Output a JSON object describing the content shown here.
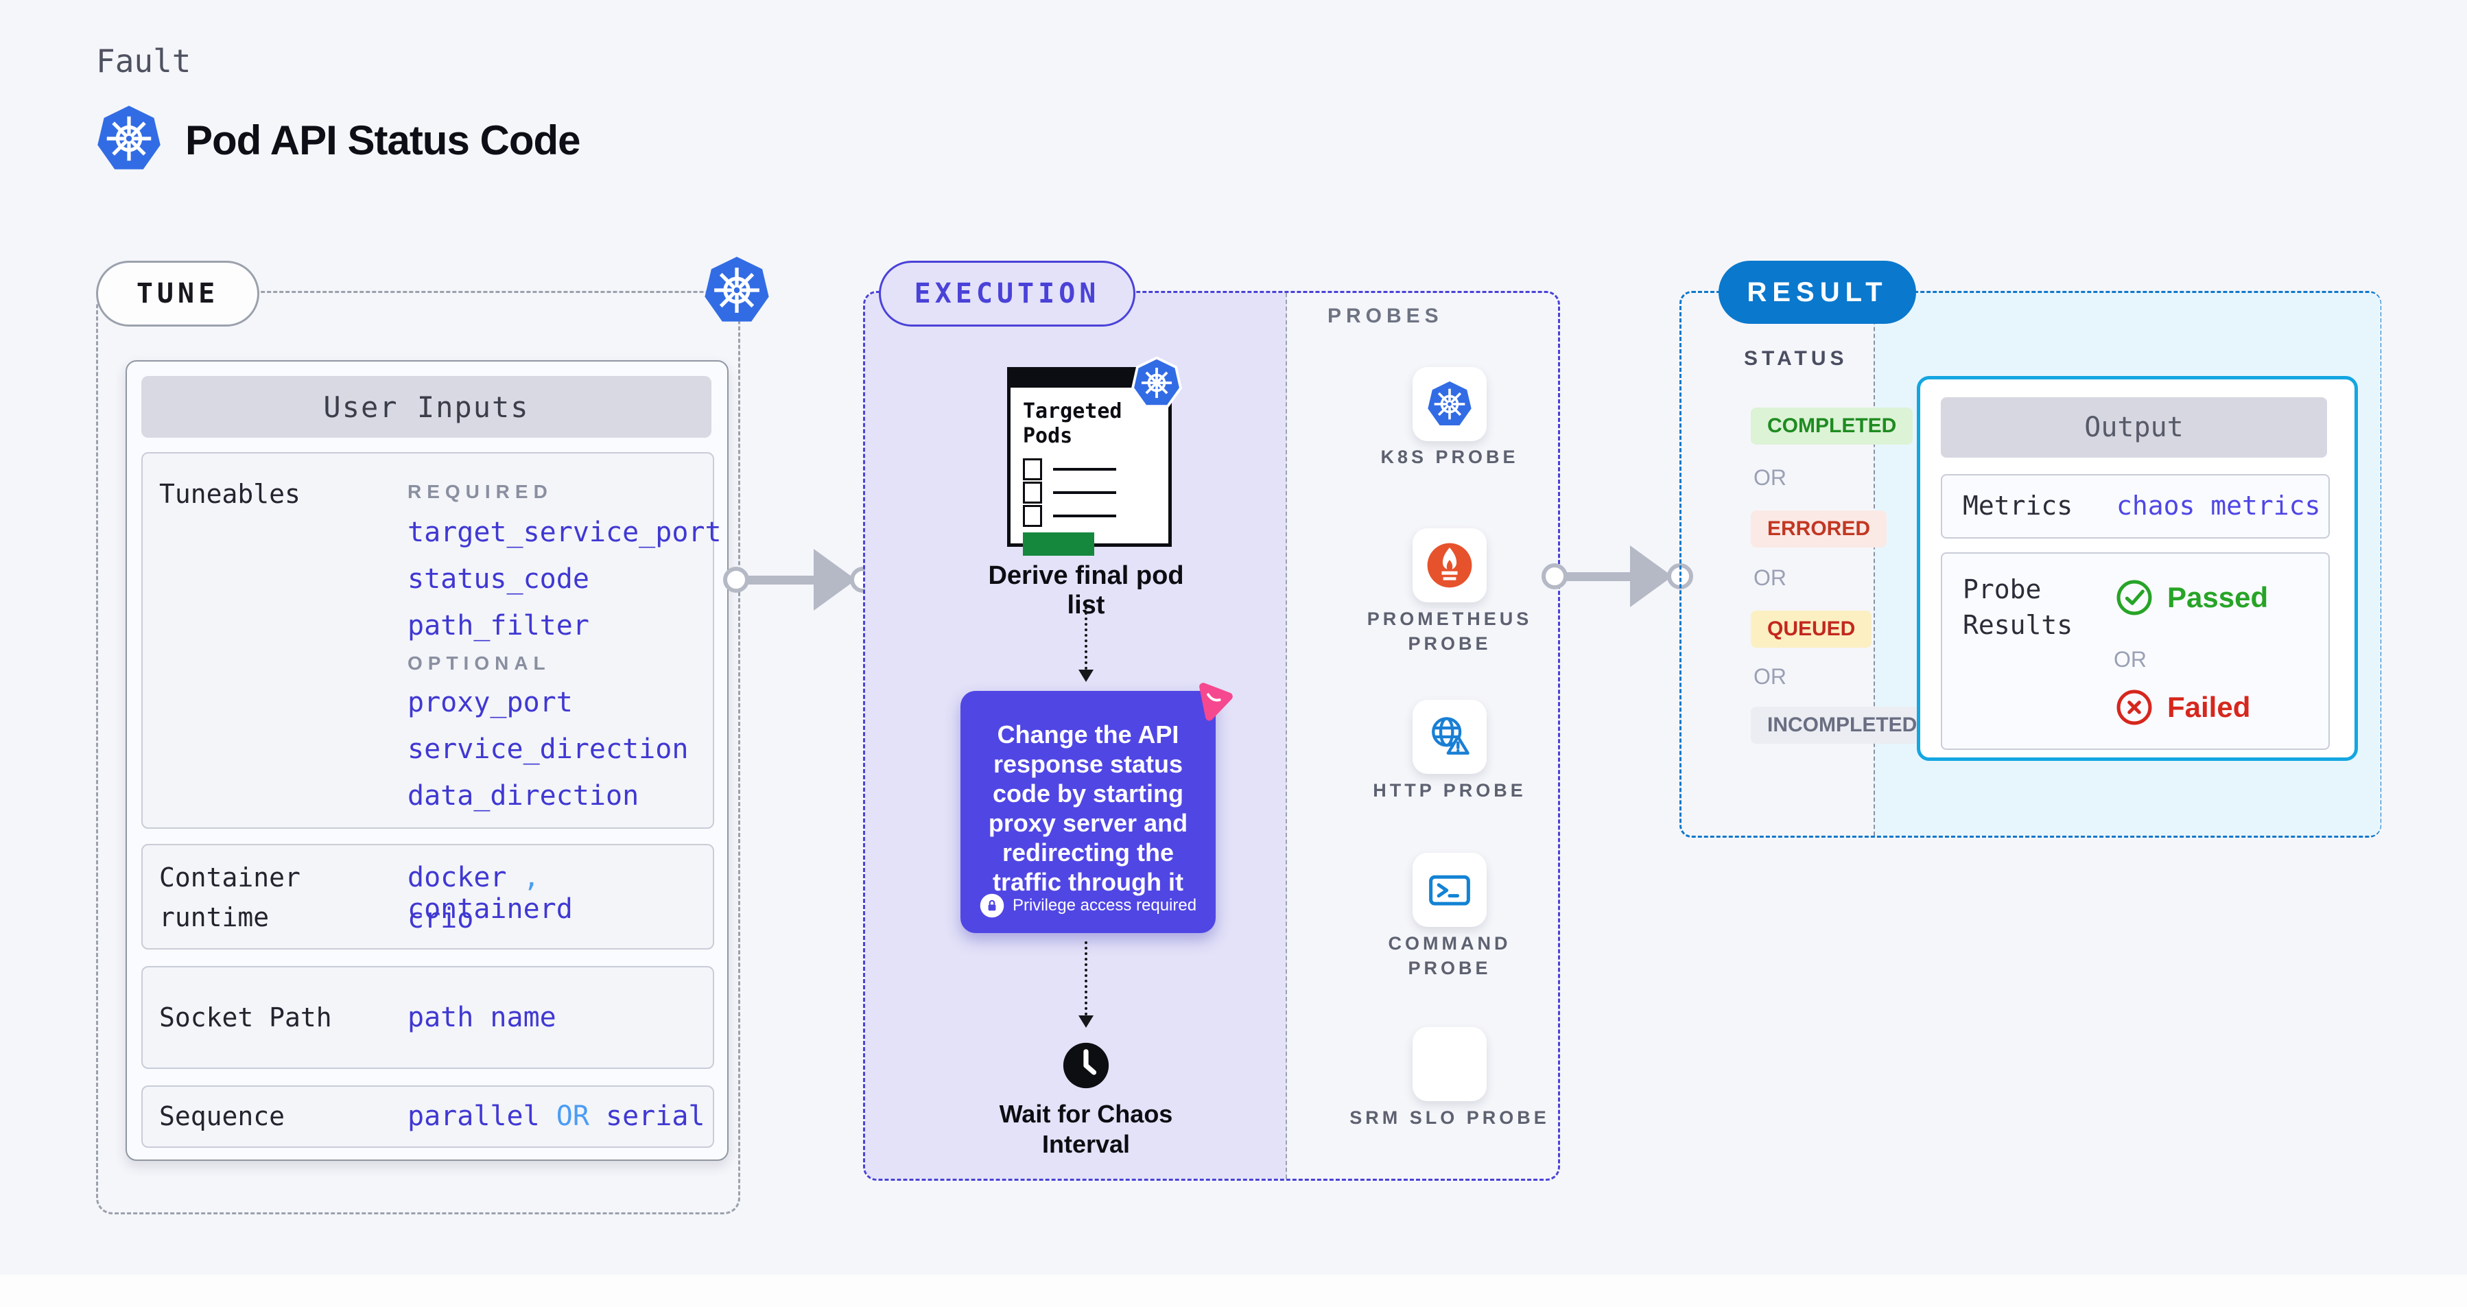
{
  "header": {
    "kicker": "Fault",
    "title": "Pod API Status Code"
  },
  "tune": {
    "label": "TUNE",
    "user_inputs_title": "User Inputs",
    "tuneables_label": "Tuneables",
    "required_label": "REQUIRED",
    "required_values": [
      "target_service_port",
      "status_code",
      "path_filter"
    ],
    "optional_label": "OPTIONAL",
    "optional_values": [
      "proxy_port",
      "service_direction",
      "data_direction"
    ],
    "runtime_label": "Container runtime",
    "runtime_v1": "docker",
    "runtime_sep": ",",
    "runtime_v2": "containerd",
    "runtime_v3": "crio",
    "socket_label": "Socket Path",
    "socket_value": "path name",
    "sequence_label": "Sequence",
    "seq_v1": "parallel",
    "seq_or": "OR",
    "seq_v2": "serial"
  },
  "execution": {
    "label": "EXECUTION",
    "targeted_pods_title": "Targeted Pods",
    "derive_label": "Derive final pod list",
    "action_text": "Change the API response status code by starting proxy server and redirecting the traffic through it",
    "privilege_note": "Privilege access required",
    "wait_label": "Wait for Chaos Interval"
  },
  "probes": {
    "label": "PROBES",
    "items": [
      {
        "icon": "kubernetes-icon",
        "label": "K8S PROBE"
      },
      {
        "icon": "prometheus-icon",
        "label": "PROMETHEUS PROBE"
      },
      {
        "icon": "http-globe-warning-icon",
        "label": "HTTP PROBE"
      },
      {
        "icon": "terminal-icon",
        "label": "COMMAND PROBE"
      },
      {
        "icon": "slo-pie-check-icon",
        "label": "SRM SLO PROBE"
      }
    ]
  },
  "result": {
    "label": "RESULT",
    "status_label": "STATUS",
    "or_label": "OR",
    "status_completed": "COMPLETED",
    "status_errored": "ERRORED",
    "status_queued": "QUEUED",
    "status_incompleted": "INCOMPLETED",
    "output_title": "Output",
    "metrics_label": "Metrics",
    "metrics_value": "chaos metrics",
    "probe_results_label": "Probe Results",
    "passed_label": "Passed",
    "failed_label": "Failed"
  },
  "colors": {
    "page_bg": "#f5f6fa",
    "indigo_accent": "#4a42d8",
    "value_indigo": "#4038d2",
    "light_blue": "#4b9cf4",
    "result_blue": "#0a78cd",
    "cyan_border": "#14a6e1",
    "cyan_panel": "#e7f6fd",
    "lavender_panel": "#e3e2f8",
    "action_purple": "#5046e4",
    "pink_accent": "#f5488f",
    "k8s_blue": "#326ce5",
    "prometheus_orange": "#e6522c",
    "passed_green": "#27a427",
    "failed_red": "#d6271d",
    "completed_green": "#1f8b21",
    "queued_yellow_bg": "#fcefc2"
  }
}
